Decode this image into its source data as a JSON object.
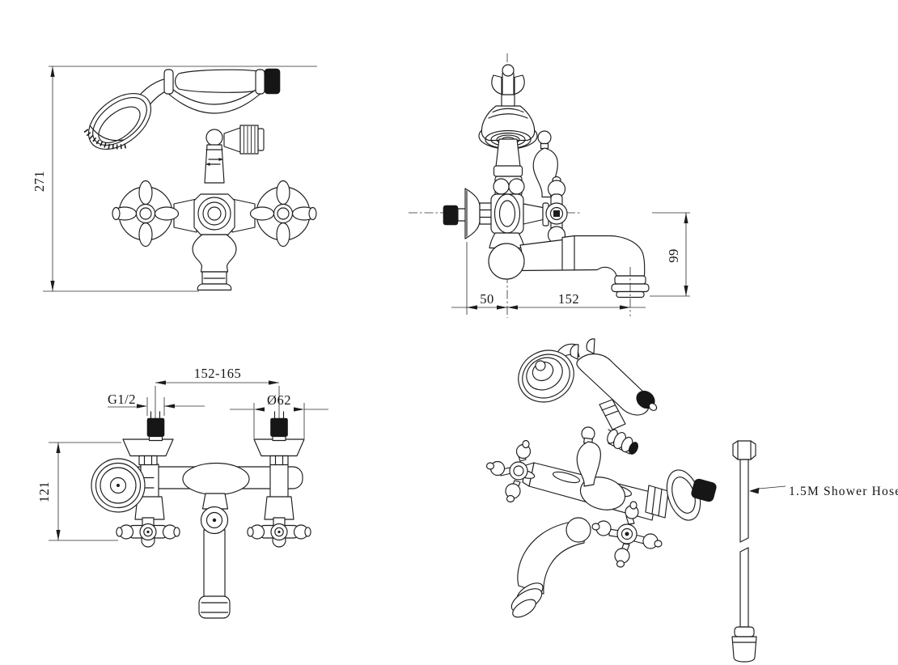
{
  "drawing": {
    "kind": "technical-drawing",
    "subject": "Wall-mounted classic bath shower mixer with telephone hand shower",
    "style": {
      "line_color": "#1c1c1c",
      "background": "#ffffff"
    },
    "dims": {
      "front_overall_height": "271",
      "side_wall_offset": "50",
      "side_spout_reach": "152",
      "side_spout_drop": "99",
      "top_center_distance": "152-165",
      "top_thread": "G1/2",
      "top_flange_dia": "Ø62",
      "top_depth": "121"
    },
    "labels": {
      "hose": "1.5M Shower Hose"
    }
  }
}
